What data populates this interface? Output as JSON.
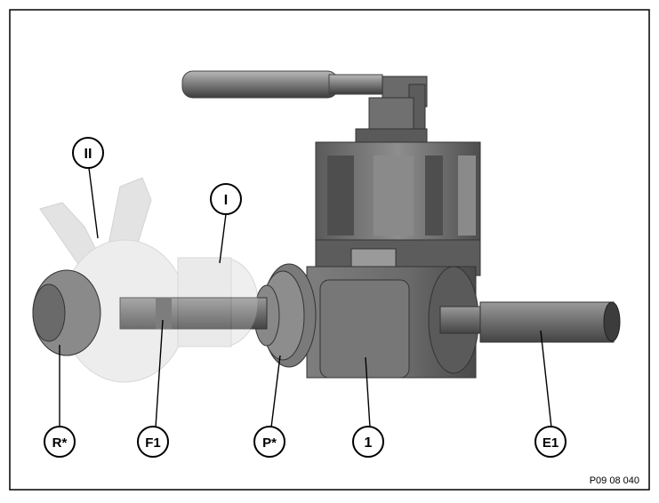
{
  "figure": {
    "reference": "P09 08 040",
    "callouts": {
      "II": "II",
      "I": "I",
      "R": "R*",
      "F1": "F1",
      "P": "P*",
      "one": "1",
      "E1": "E1"
    }
  }
}
